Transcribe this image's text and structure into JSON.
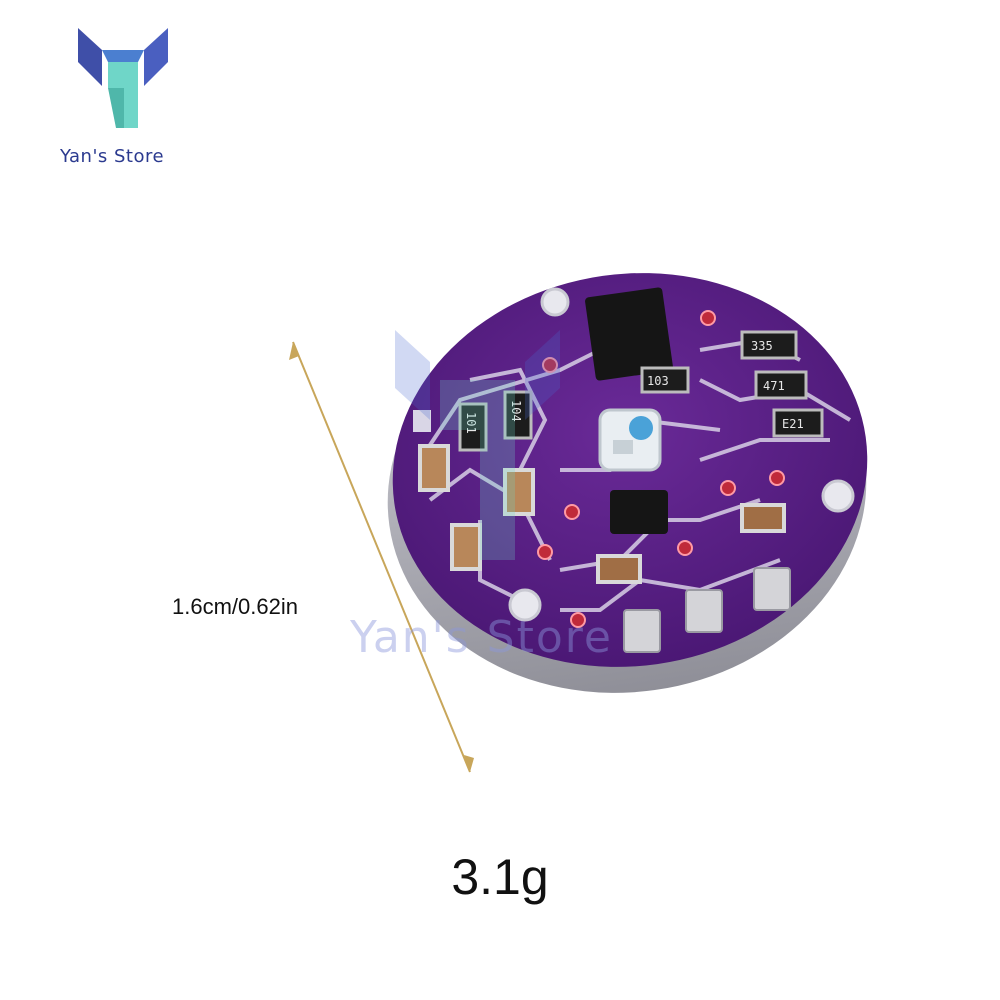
{
  "logo": {
    "brand": "Yan's Store",
    "colors": {
      "left_arm": "#3f4fa8",
      "right_arm": "#4a5fc0",
      "stem": "#6fd6c8"
    },
    "icon": "y-letter-logo-icon"
  },
  "product": {
    "dimension": "1.6cm/0.62in",
    "weight": "3.1g",
    "watermark": "Yan's Store",
    "component_markings": [
      "335",
      "103",
      "471",
      "E21",
      "104",
      "101"
    ],
    "board_color": "#5a1f86"
  }
}
